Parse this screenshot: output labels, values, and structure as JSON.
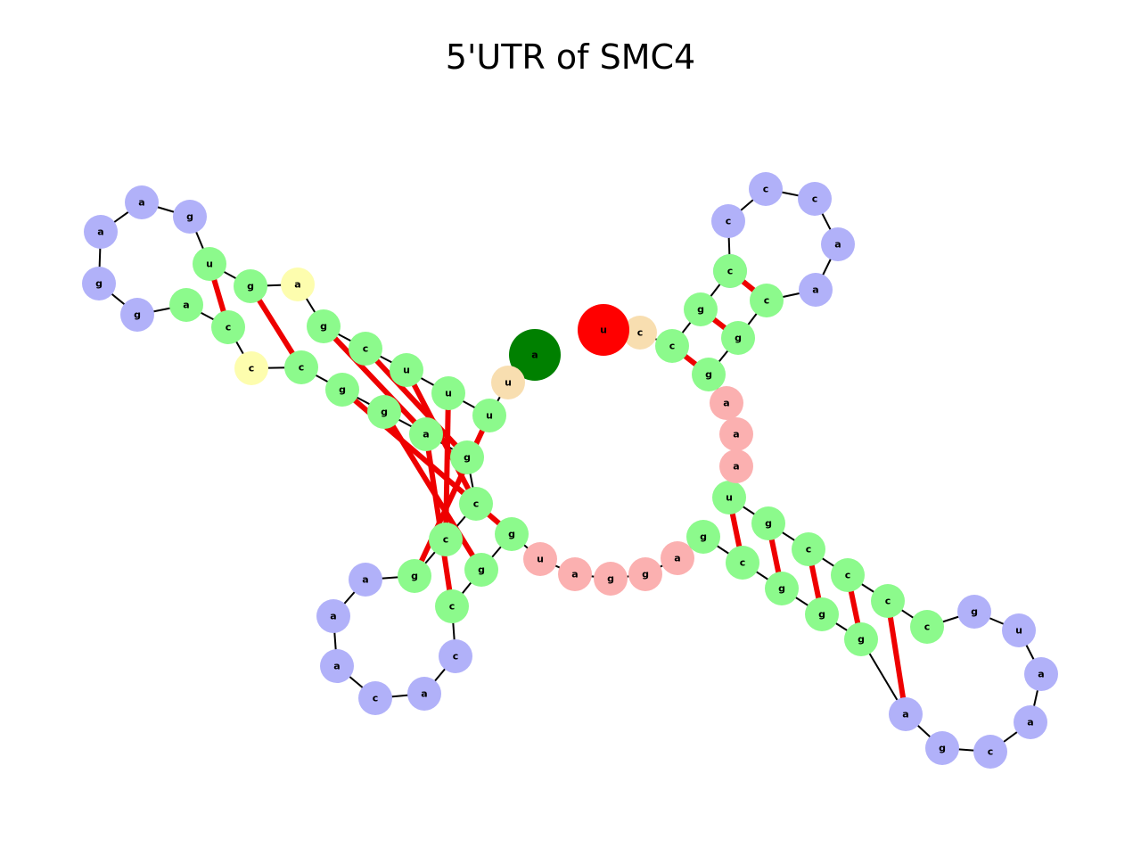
{
  "title": "5'UTR of SMC4",
  "colors": {
    "stem": "#8cfa8c",
    "hairpin_loop": "#b1b1f9",
    "bulge": "#fdfdae",
    "multiloop": "#fbb0b0",
    "unpaired_end": "#f8deb0",
    "five_prime_end": "#008000",
    "three_prime_end": "#ff0000",
    "backbone": "#000000",
    "base_pair": "#ee0000"
  },
  "nucleotides": [
    {
      "base": "a",
      "type": "five_prime_end"
    },
    {
      "base": "u",
      "type": "unpaired_end"
    },
    {
      "base": "u",
      "type": "stem"
    },
    {
      "base": "u",
      "type": "stem"
    },
    {
      "base": "u",
      "type": "stem"
    },
    {
      "base": "c",
      "type": "stem"
    },
    {
      "base": "g",
      "type": "stem"
    },
    {
      "base": "a",
      "type": "bulge"
    },
    {
      "base": "g",
      "type": "stem"
    },
    {
      "base": "u",
      "type": "stem"
    },
    {
      "base": "g",
      "type": "hairpin_loop"
    },
    {
      "base": "a",
      "type": "hairpin_loop"
    },
    {
      "base": "a",
      "type": "hairpin_loop"
    },
    {
      "base": "g",
      "type": "hairpin_loop"
    },
    {
      "base": "g",
      "type": "hairpin_loop"
    },
    {
      "base": "a",
      "type": "stem"
    },
    {
      "base": "c",
      "type": "stem"
    },
    {
      "base": "c",
      "type": "bulge"
    },
    {
      "base": "c",
      "type": "stem"
    },
    {
      "base": "g",
      "type": "stem"
    },
    {
      "base": "g",
      "type": "stem"
    },
    {
      "base": "a",
      "type": "stem"
    },
    {
      "base": "g",
      "type": "stem"
    },
    {
      "base": "c",
      "type": "stem"
    },
    {
      "base": "c",
      "type": "stem"
    },
    {
      "base": "g",
      "type": "stem"
    },
    {
      "base": "a",
      "type": "hairpin_loop"
    },
    {
      "base": "a",
      "type": "hairpin_loop"
    },
    {
      "base": "a",
      "type": "hairpin_loop"
    },
    {
      "base": "c",
      "type": "hairpin_loop"
    },
    {
      "base": "a",
      "type": "hairpin_loop"
    },
    {
      "base": "c",
      "type": "hairpin_loop"
    },
    {
      "base": "c",
      "type": "stem"
    },
    {
      "base": "g",
      "type": "stem"
    },
    {
      "base": "g",
      "type": "stem"
    },
    {
      "base": "u",
      "type": "multiloop"
    },
    {
      "base": "a",
      "type": "multiloop"
    },
    {
      "base": "g",
      "type": "multiloop"
    },
    {
      "base": "g",
      "type": "multiloop"
    },
    {
      "base": "a",
      "type": "multiloop"
    },
    {
      "base": "g",
      "type": "stem"
    },
    {
      "base": "c",
      "type": "stem"
    },
    {
      "base": "g",
      "type": "stem"
    },
    {
      "base": "g",
      "type": "stem"
    },
    {
      "base": "g",
      "type": "stem"
    },
    {
      "base": "a",
      "type": "hairpin_loop"
    },
    {
      "base": "g",
      "type": "hairpin_loop"
    },
    {
      "base": "c",
      "type": "hairpin_loop"
    },
    {
      "base": "a",
      "type": "hairpin_loop"
    },
    {
      "base": "a",
      "type": "hairpin_loop"
    },
    {
      "base": "u",
      "type": "hairpin_loop"
    },
    {
      "base": "g",
      "type": "hairpin_loop"
    },
    {
      "base": "c",
      "type": "stem"
    },
    {
      "base": "c",
      "type": "stem"
    },
    {
      "base": "c",
      "type": "stem"
    },
    {
      "base": "c",
      "type": "stem"
    },
    {
      "base": "g",
      "type": "stem"
    },
    {
      "base": "u",
      "type": "stem"
    },
    {
      "base": "a",
      "type": "multiloop"
    },
    {
      "base": "a",
      "type": "multiloop"
    },
    {
      "base": "a",
      "type": "multiloop"
    },
    {
      "base": "g",
      "type": "stem"
    },
    {
      "base": "g",
      "type": "stem"
    },
    {
      "base": "c",
      "type": "stem"
    },
    {
      "base": "a",
      "type": "hairpin_loop"
    },
    {
      "base": "a",
      "type": "hairpin_loop"
    },
    {
      "base": "c",
      "type": "hairpin_loop"
    },
    {
      "base": "c",
      "type": "hairpin_loop"
    },
    {
      "base": "c",
      "type": "hairpin_loop"
    },
    {
      "base": "a",
      "type": "hairpin_loop"
    },
    {
      "base": "c",
      "type": "stem"
    },
    {
      "base": "g",
      "type": "stem"
    },
    {
      "base": "c",
      "type": "stem"
    },
    {
      "base": "c",
      "type": "unpaired_end"
    },
    {
      "base": "u",
      "type": "three_prime_end"
    }
  ],
  "base_pairs": [
    [
      2,
      25
    ],
    [
      3,
      24
    ],
    [
      4,
      23
    ],
    [
      5,
      22
    ],
    [
      6,
      21
    ],
    [
      8,
      18
    ],
    [
      9,
      16
    ],
    [
      19,
      34
    ],
    [
      20,
      33
    ],
    [
      21,
      32
    ],
    [
      41,
      57
    ],
    [
      42,
      56
    ],
    [
      43,
      55
    ],
    [
      44,
      54
    ],
    [
      45,
      53
    ],
    [
      61,
      72
    ],
    [
      62,
      71
    ],
    [
      63,
      70
    ]
  ]
}
